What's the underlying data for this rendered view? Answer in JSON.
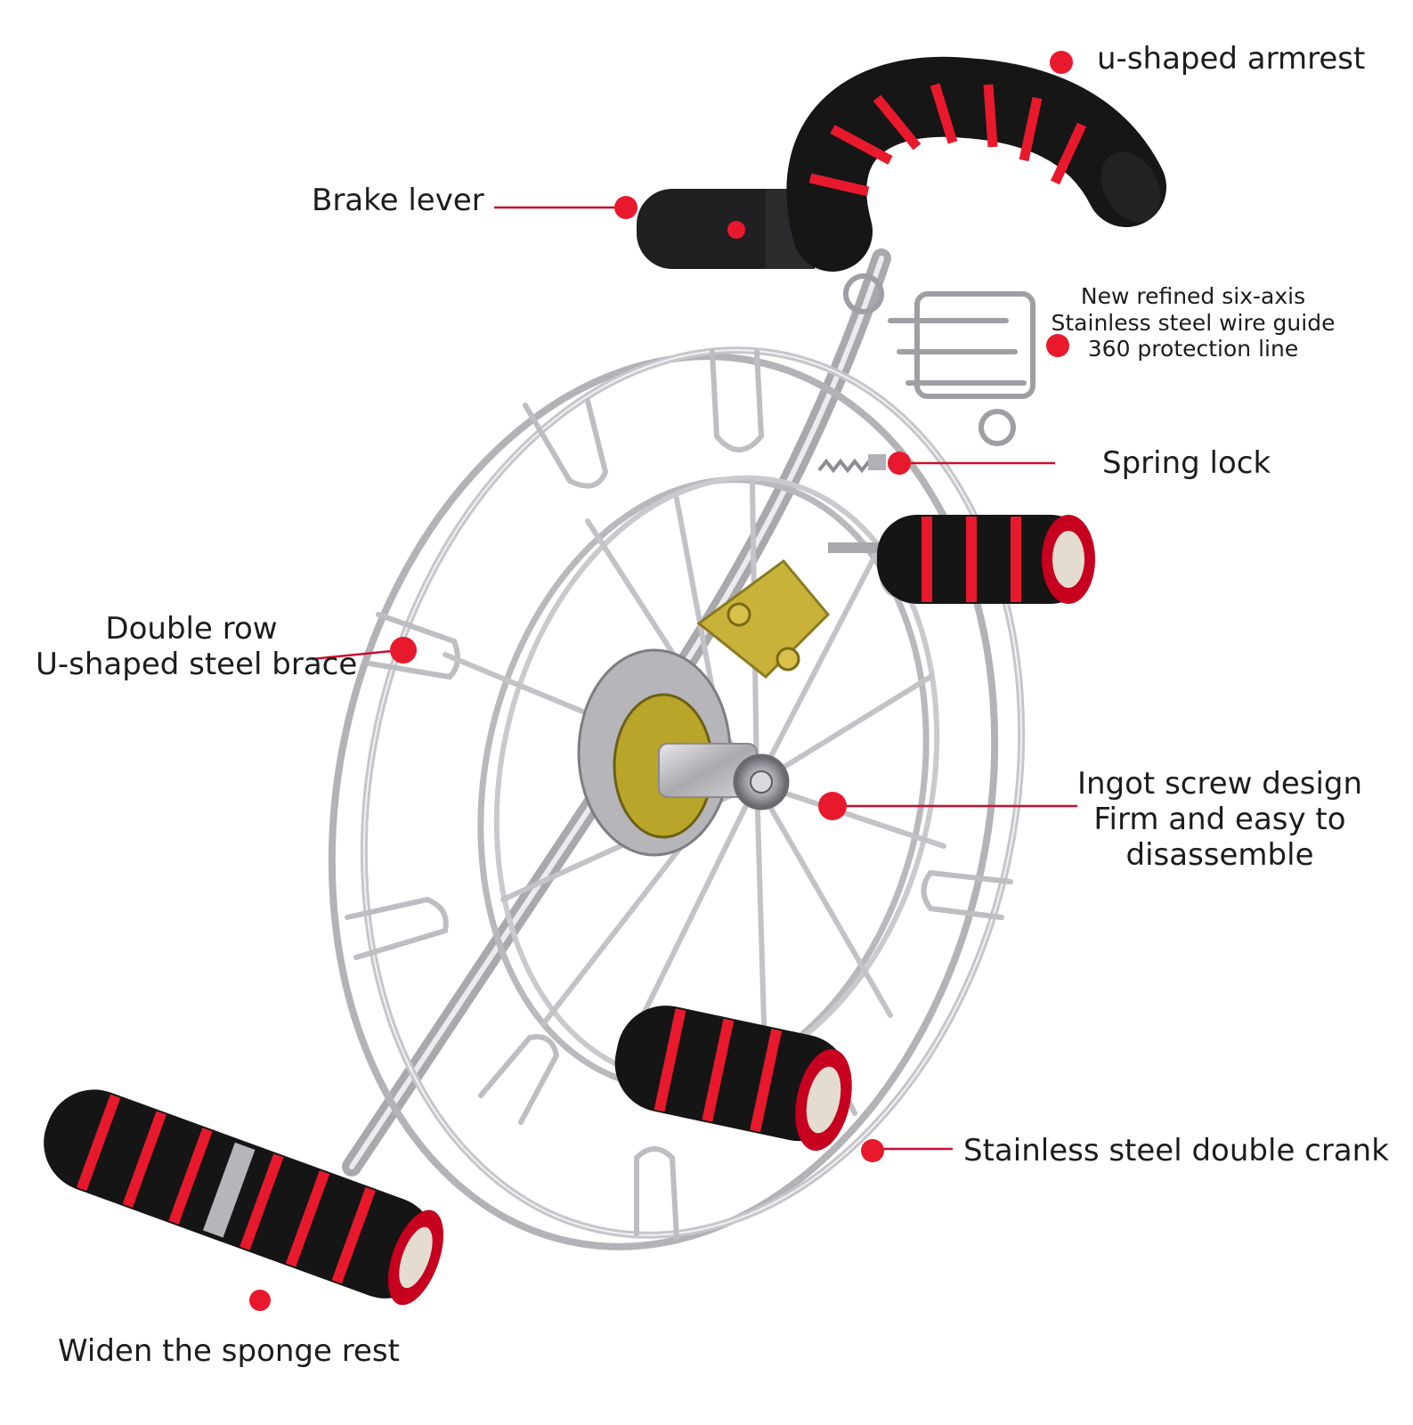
{
  "accent_color": "#e8192c",
  "foam_color": "#151515",
  "steel_color": "#b9b9bd",
  "callouts": {
    "armrest": {
      "label": "u-shaped armrest"
    },
    "brake": {
      "label": "Brake lever"
    },
    "wire_guide": {
      "lines": [
        "New refined six-axis",
        "Stainless steel wire guide",
        "360 protection line"
      ]
    },
    "spring_lock": {
      "label": "Spring lock"
    },
    "brace": {
      "lines": [
        "Double row",
        "U-shaped steel brace"
      ]
    },
    "ingot": {
      "lines": [
        "Ingot screw design",
        "Firm and easy to",
        "disassemble"
      ]
    },
    "crank": {
      "label": "Stainless steel double crank"
    },
    "sponge": {
      "label": "Widen the sponge rest"
    }
  }
}
